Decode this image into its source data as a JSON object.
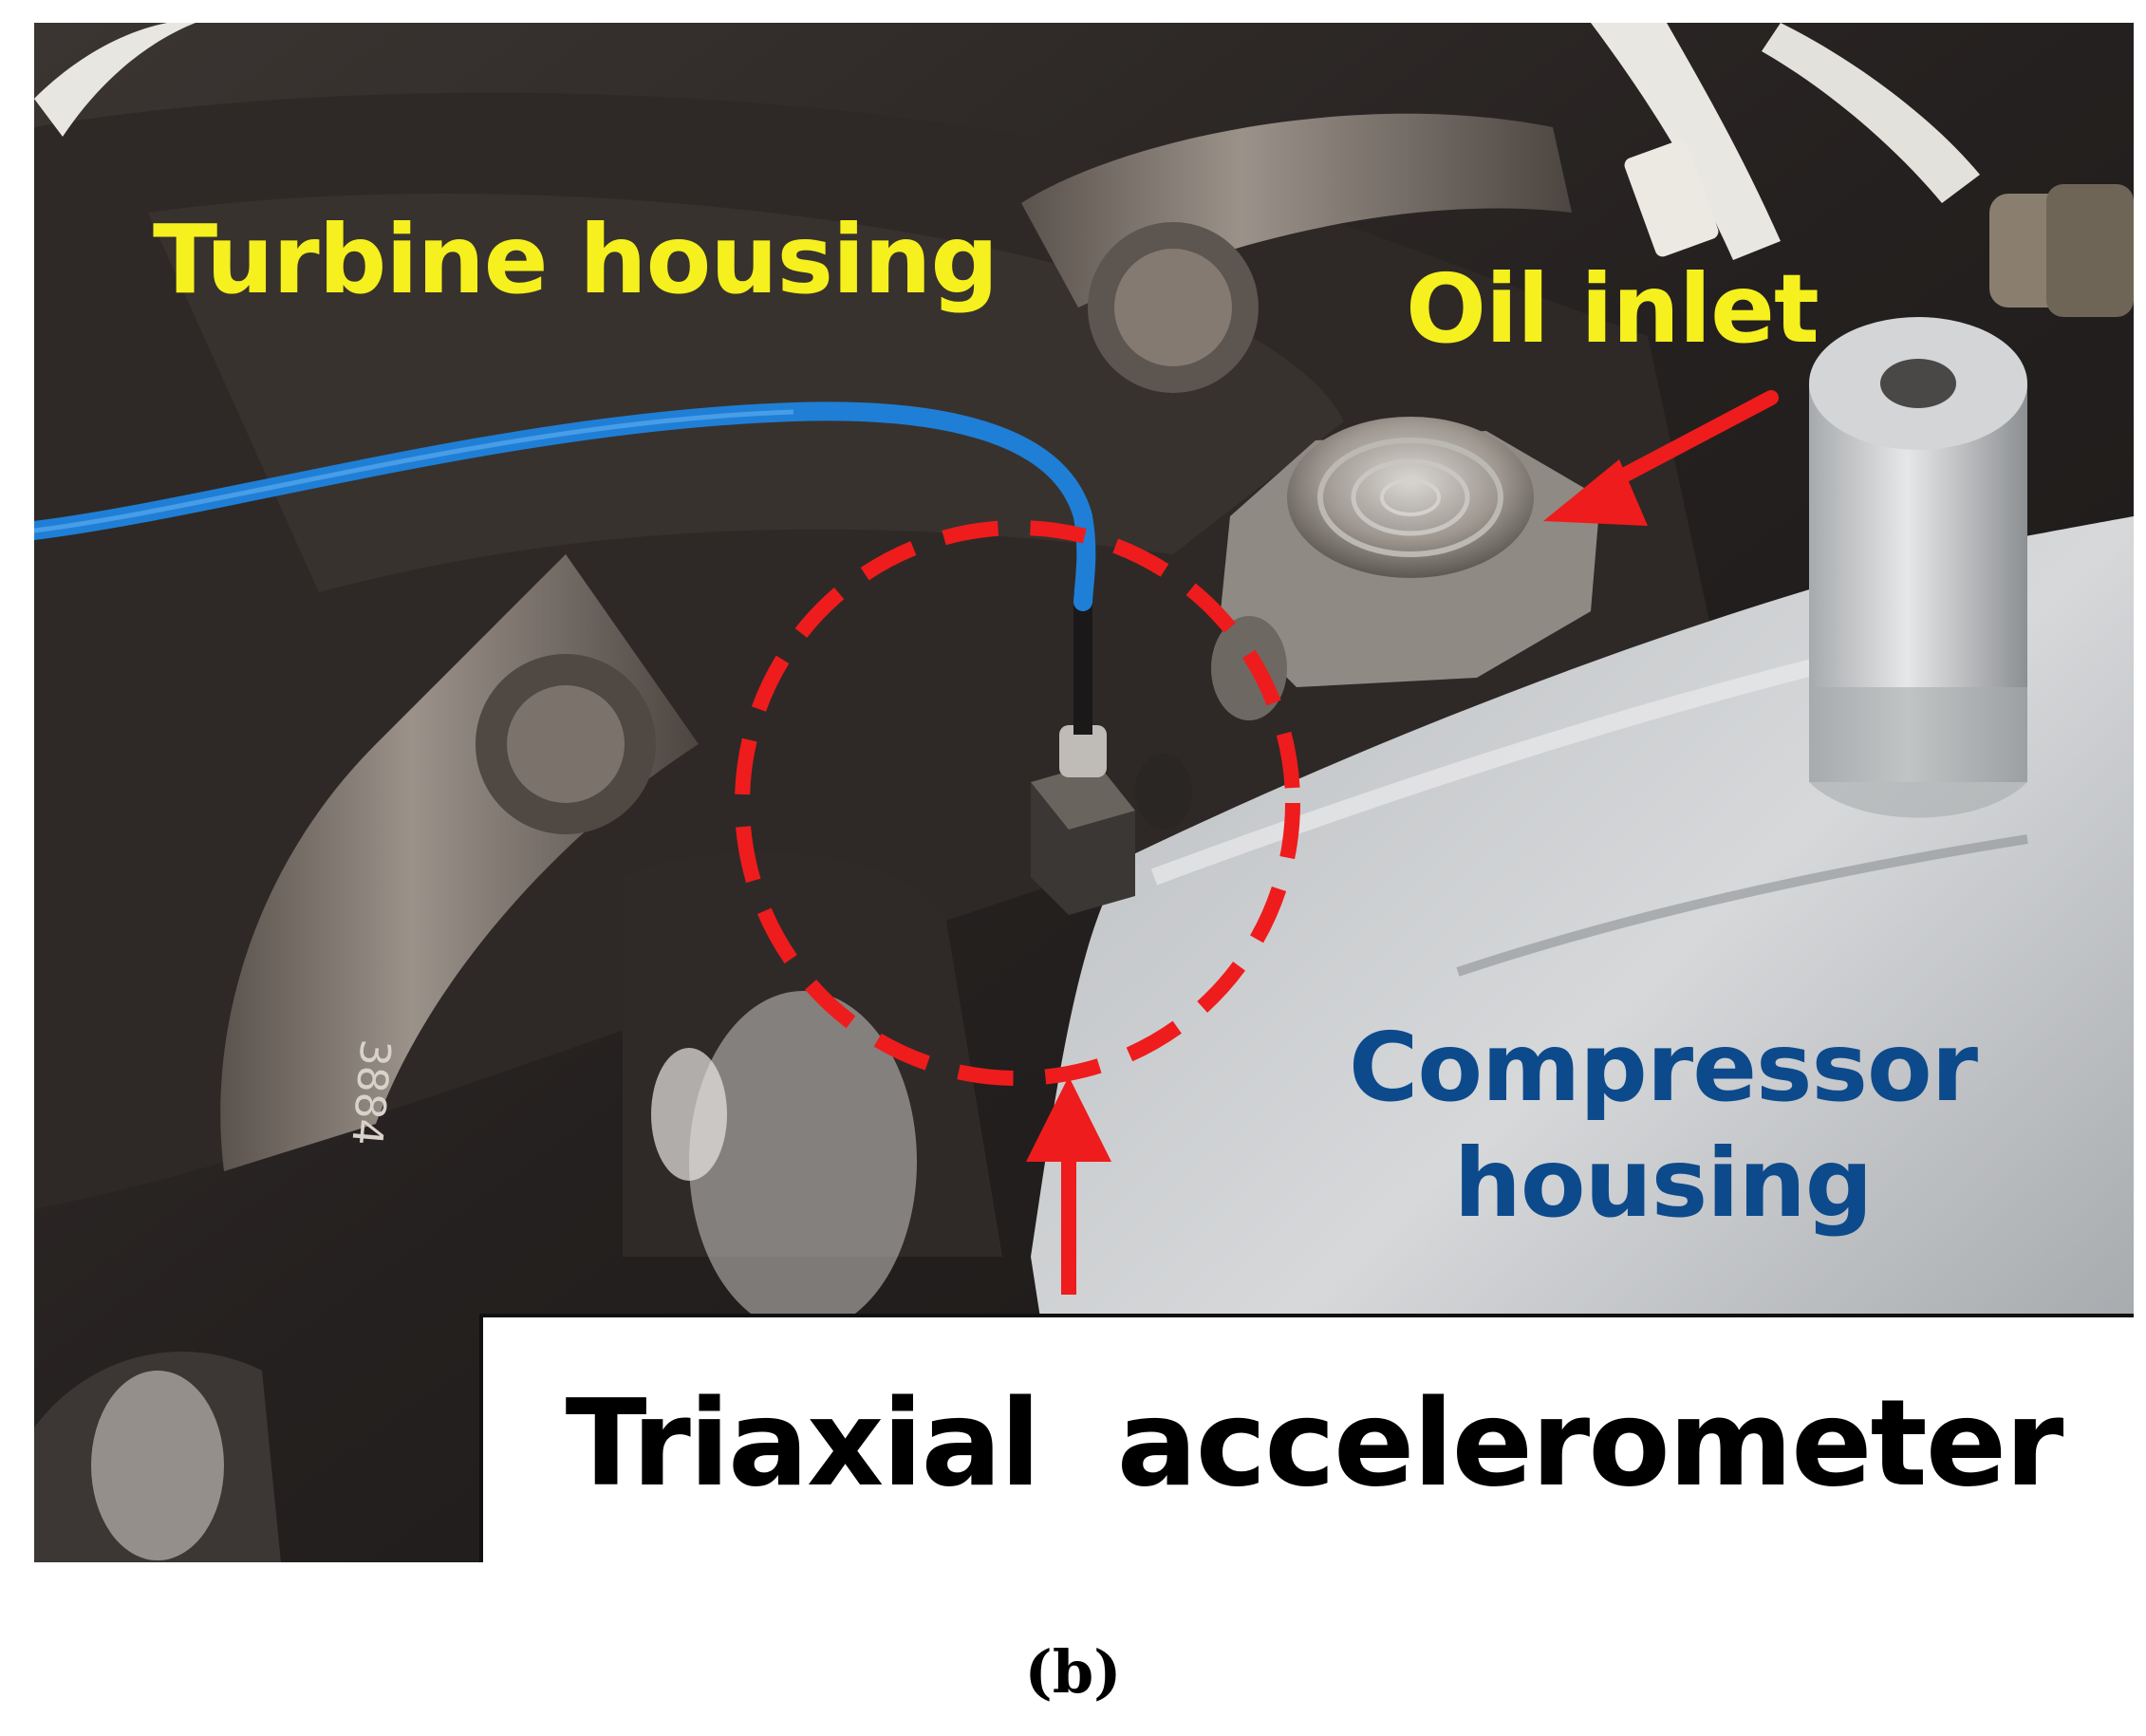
{
  "photo": {
    "description_icon": "turbocharger-photo"
  },
  "labels": {
    "turbine_housing": "Turbine housing",
    "oil_inlet": "Oil inlet",
    "compressor_line1": "Compressor",
    "compressor_line2": "housing",
    "caption": "Triaxial  accelerometer",
    "panel": "(b)",
    "engraving": "3884"
  },
  "colors": {
    "label_yellow": "#f5f01e",
    "label_blue": "#0d4a8c",
    "annotation_red": "#ee1c1c",
    "cable_blue": "#1f7fd6"
  }
}
